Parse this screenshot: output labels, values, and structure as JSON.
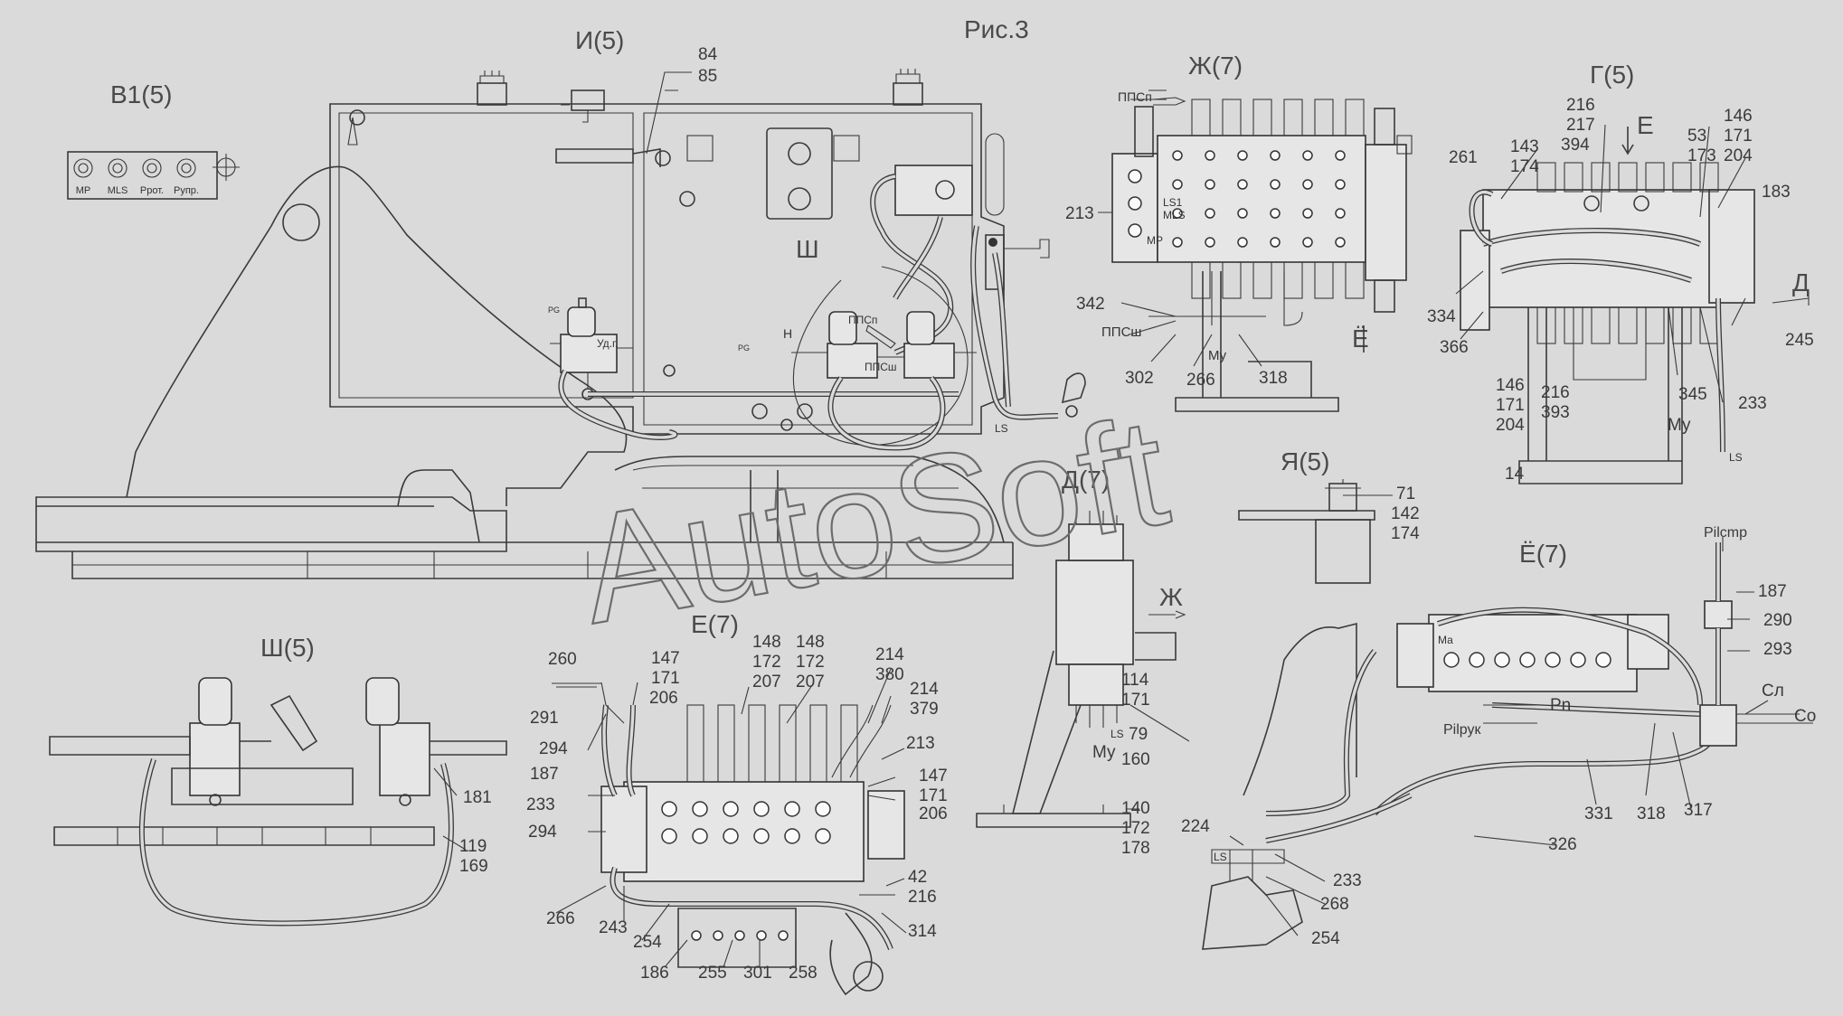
{
  "figure_title": "Рис.3",
  "watermark": "AutoSoft",
  "views": {
    "v_b1": "В1(5)",
    "v_i": "И(5)",
    "v_zh": "Ж(7)",
    "v_g": "Г(5)",
    "v_d": "Д(7)",
    "v_ya": "Я(5)",
    "v_yo": "Ё(7)",
    "v_e": "Е(7)",
    "v_sh": "Ш(5)",
    "v_shmark": "Ш"
  },
  "arrows": {
    "e_arrow": "Е",
    "e_arrow2": "Ё",
    "d_arrow": "Д",
    "zh_arrow": "Ж"
  },
  "b1_ports": [
    "MP",
    "MLS",
    "Pрот.",
    "Pупр."
  ],
  "labels": {
    "n84": "84",
    "n85": "85",
    "n213a": "213",
    "n342": "342",
    "ppsh": "ППСш",
    "n302": "302",
    "n266a": "266",
    "n318a": "318",
    "my1": "Му",
    "ppsp": "ППСп",
    "ls1": "LS1",
    "mls": "MLS",
    "mp": "MP",
    "g216": "216",
    "g217": "217",
    "g394": "394",
    "g143": "143",
    "g174": "174",
    "g53": "53",
    "g173": "173",
    "g146": "146",
    "g171": "171",
    "g204": "204",
    "g261": "261",
    "g183": "183",
    "g334": "334",
    "g366": "366",
    "g245": "245",
    "g146b": "146",
    "g171b": "171",
    "g204b": "204",
    "g216b": "216",
    "g393": "393",
    "g345": "345",
    "g233": "233",
    "my2": "Му",
    "g14": "14",
    "ls2": "LS",
    "ya71": "71",
    "ya142": "142",
    "ya174": "174",
    "d114": "114",
    "d171": "171",
    "d79": "79",
    "d160": "160",
    "d140": "140",
    "d172": "172",
    "d178": "178",
    "my3": "Му",
    "ls3": "LS",
    "pilcmp": "Pilcmp",
    "yo187": "187",
    "yo290": "290",
    "yo293": "293",
    "cl": "Сл",
    "co": "Со",
    "pn": "Pn",
    "pilpyk": "Pilрук",
    "yo331": "331",
    "yo318": "318",
    "yo317": "317",
    "yo326": "326",
    "yo224": "224",
    "yo233": "233",
    "yo268": "268",
    "yo254": "254",
    "ls4": "LS",
    "ma": "Ма",
    "e260": "260",
    "e147": "147",
    "e171": "171",
    "e206": "206",
    "e148": "148",
    "e172": "172",
    "e207": "207",
    "e148b": "148",
    "e172b": "172",
    "e207b": "207",
    "e214": "214",
    "e380": "380",
    "e214b": "214",
    "e379": "379",
    "e291": "291",
    "e294": "294",
    "e213": "213",
    "e187": "187",
    "e233": "233",
    "e147b": "147",
    "e171b": "171",
    "e206b": "206",
    "e294b": "294",
    "e42": "42",
    "e216": "216",
    "e266": "266",
    "e243": "243",
    "e314": "314",
    "e254": "254",
    "e186": "186",
    "e255": "255",
    "e301": "301",
    "e258": "258",
    "sh181": "181",
    "sh119": "119",
    "sh169": "169",
    "pg1": "PG",
    "ydg": "Уд.г.",
    "pg2": "PG",
    "n_h": "Н",
    "pps_p": "ППСп",
    "pps_sh": "ППСш",
    "ls5": "LS"
  },
  "colors": {
    "background": "#dadada",
    "line": "#3a3a3a"
  }
}
